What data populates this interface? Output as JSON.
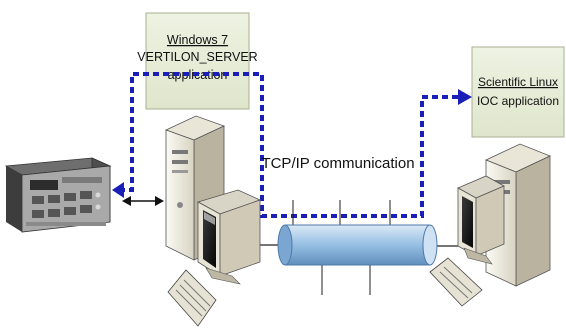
{
  "labels": {
    "windows_box": {
      "line1": "Windows 7",
      "line2": "VERTILON_SERVER",
      "line3": "application"
    },
    "linux_box": {
      "line1": "Scientific Linux",
      "line2": "IOC application"
    },
    "network": "TCP/IP communication"
  },
  "colors": {
    "label_box_fill": "#e6ecd8",
    "dotted_path": "#1a1fb8",
    "network_pipe": "#9cc3e6",
    "tower_body": "#f1eee3",
    "monitor_screen": "#1a1a1a"
  },
  "icons": {
    "instrument": "daq-instrument-icon",
    "windows_pc": "windows-workstation-icon",
    "linux_pc": "linux-workstation-icon",
    "network": "network-pipe-icon"
  }
}
